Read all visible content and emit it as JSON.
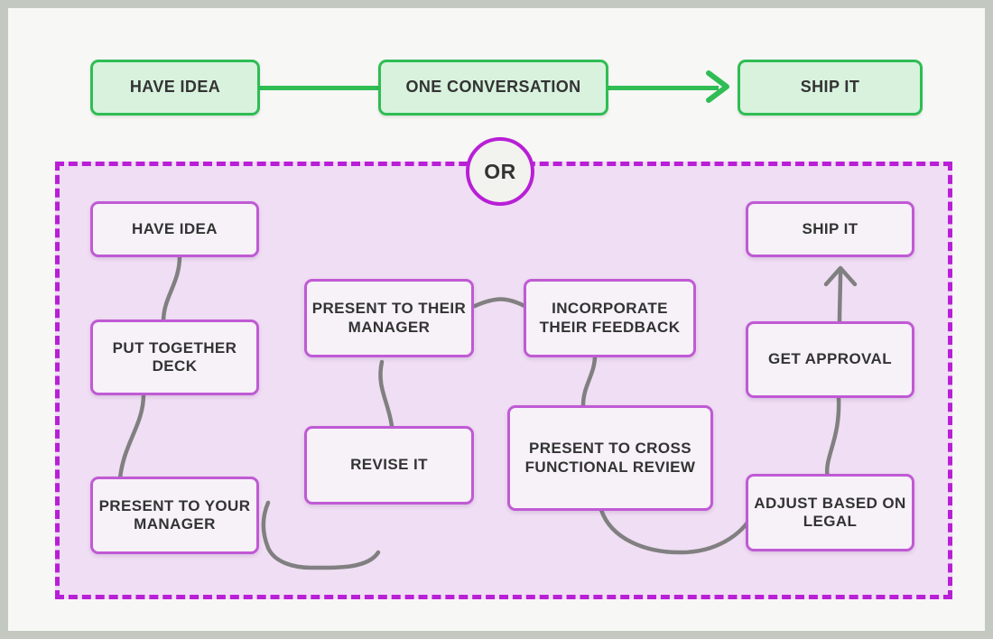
{
  "diagram": {
    "title_colors": {
      "canvas_bg": "#f7f7f5",
      "page_frame": "#c3c9c0",
      "green_accent": "#2fbd54",
      "green_fill": "#d8f2de",
      "purple_accent": "#b81fd6",
      "purple_node_border": "#c05ad4",
      "purple_region_fill": "#f0def4",
      "purple_node_fill": "#f6f2f8",
      "edge_gray": "#808080",
      "text": "#333333"
    },
    "divider": {
      "label": "OR"
    },
    "happy_path": {
      "nodes": [
        {
          "id": "hp-have-idea",
          "label": "HAVE IDEA"
        },
        {
          "id": "hp-one-conversation",
          "label": "ONE CONVERSATION"
        },
        {
          "id": "hp-ship-it",
          "label": "SHIP IT"
        }
      ],
      "connectors": [
        {
          "from": "hp-have-idea",
          "to": "hp-one-conversation",
          "arrow": false
        },
        {
          "from": "hp-one-conversation",
          "to": "hp-ship-it",
          "arrow": true
        }
      ]
    },
    "alternate_path": {
      "nodes": [
        {
          "id": "alt-have-idea",
          "label": "HAVE IDEA"
        },
        {
          "id": "alt-put-together-deck",
          "label": "PUT TOGETHER DECK"
        },
        {
          "id": "alt-present-to-your-manager",
          "label": "PRESENT TO YOUR MANAGER"
        },
        {
          "id": "alt-revise-it",
          "label": "REVISE IT"
        },
        {
          "id": "alt-present-to-their-manager",
          "label": "PRESENT TO THEIR MANAGER"
        },
        {
          "id": "alt-incorporate-their-feedback",
          "label": "INCORPORATE THEIR FEEDBACK"
        },
        {
          "id": "alt-present-to-cross-functional-review",
          "label": "PRESENT TO CROSS FUNCTIONAL REVIEW"
        },
        {
          "id": "alt-adjust-based-on-legal",
          "label": "ADJUST BASED ON LEGAL"
        },
        {
          "id": "alt-get-approval",
          "label": "GET APPROVAL"
        },
        {
          "id": "alt-ship-it",
          "label": "SHIP IT"
        }
      ],
      "connectors": [
        {
          "from": "alt-have-idea",
          "to": "alt-put-together-deck",
          "arrow": false
        },
        {
          "from": "alt-put-together-deck",
          "to": "alt-present-to-your-manager",
          "arrow": false
        },
        {
          "from": "alt-present-to-your-manager",
          "to": "alt-revise-it",
          "arrow": false
        },
        {
          "from": "alt-revise-it",
          "to": "alt-present-to-their-manager",
          "arrow": false
        },
        {
          "from": "alt-present-to-their-manager",
          "to": "alt-incorporate-their-feedback",
          "arrow": false
        },
        {
          "from": "alt-incorporate-their-feedback",
          "to": "alt-present-to-cross-functional-review",
          "arrow": false
        },
        {
          "from": "alt-present-to-cross-functional-review",
          "to": "alt-adjust-based-on-legal",
          "arrow": false
        },
        {
          "from": "alt-adjust-based-on-legal",
          "to": "alt-get-approval",
          "arrow": false
        },
        {
          "from": "alt-get-approval",
          "to": "alt-ship-it",
          "arrow": true
        }
      ]
    }
  }
}
